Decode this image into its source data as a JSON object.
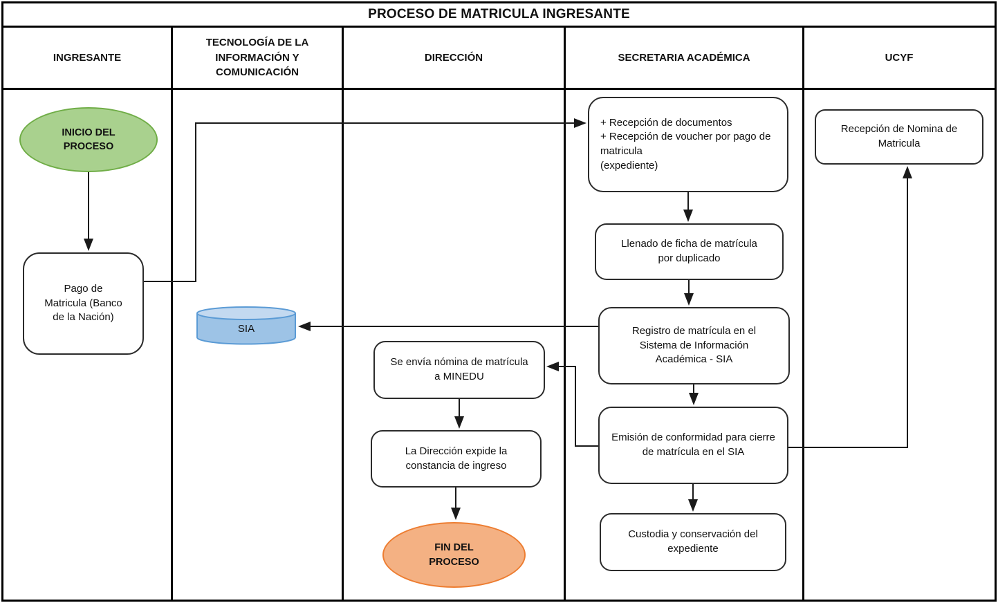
{
  "title": "PROCESO DE MATRICULA INGRESANTE",
  "lanes": [
    {
      "id": "ingresante",
      "label": "INGRESANTE"
    },
    {
      "id": "tic",
      "label": "TECNOLOGÍA DE LA INFORMACIÓN Y COMUNICACIÓN"
    },
    {
      "id": "direccion",
      "label": "DIRECCIÓN"
    },
    {
      "id": "secretaria-academica",
      "label": "SECRETARIA ACADÉMICA"
    },
    {
      "id": "ucyf",
      "label": "UCYF"
    }
  ],
  "nodes": {
    "inicio": {
      "label": "INICIO DEL PROCESO",
      "shape": "ellipse-start",
      "lane": "ingresante",
      "fill": "#a9d18e",
      "border": "#70ad47"
    },
    "pago": {
      "label": "Pago de Matricula (Banco de la Nación)",
      "shape": "rounded-rect",
      "lane": "ingresante"
    },
    "sia": {
      "label": "SIA",
      "shape": "cylinder-database",
      "lane": "tic",
      "fill": "#9dc3e6",
      "fill_top": "#c3d9f0",
      "border": "#5b9bd5"
    },
    "se_envia": {
      "label": "Se envía nómina de matrícula a MINEDU",
      "shape": "rounded-rect",
      "lane": "direccion"
    },
    "direccion_expide": {
      "label": "La Dirección expide la constancia de ingreso",
      "shape": "rounded-rect",
      "lane": "direccion"
    },
    "fin": {
      "label": "FIN DEL PROCESO",
      "shape": "ellipse-end",
      "lane": "direccion",
      "fill": "#f4b183",
      "border": "#ed7d31"
    },
    "recepcion_documentos": {
      "label": "+ Recepción de documentos\n+ Recepción de voucher por pago de matricula\n(expediente)",
      "shape": "rounded-rect",
      "lane": "secretaria-academica"
    },
    "llenado_ficha": {
      "label": "Llenado de ficha de matrícula por duplicado",
      "shape": "rounded-rect",
      "lane": "secretaria-academica"
    },
    "registro_matricula": {
      "label": "Registro de matrícula en el Sistema de Información Académica - SIA",
      "shape": "rounded-rect",
      "lane": "secretaria-academica"
    },
    "emision_conformidad": {
      "label": "Emisión de conformidad para cierre de matrícula en el SIA",
      "shape": "rounded-rect",
      "lane": "secretaria-academica"
    },
    "custodia": {
      "label": "Custodia y conservación del expediente",
      "shape": "rounded-rect",
      "lane": "secretaria-academica"
    },
    "recepcion_nomina": {
      "label": "Recepción de Nomina de Matricula",
      "shape": "rounded-rect",
      "lane": "ucyf"
    }
  },
  "edges": [
    {
      "from": "inicio",
      "to": "pago"
    },
    {
      "from": "pago",
      "to": "recepcion_documentos"
    },
    {
      "from": "recepcion_documentos",
      "to": "llenado_ficha"
    },
    {
      "from": "llenado_ficha",
      "to": "registro_matricula"
    },
    {
      "from": "registro_matricula",
      "to": "sia"
    },
    {
      "from": "registro_matricula",
      "to": "emision_conformidad"
    },
    {
      "from": "emision_conformidad",
      "to": "se_envia"
    },
    {
      "from": "emision_conformidad",
      "to": "recepcion_nomina"
    },
    {
      "from": "emision_conformidad",
      "to": "custodia"
    },
    {
      "from": "se_envia",
      "to": "direccion_expide"
    },
    {
      "from": "direccion_expide",
      "to": "fin"
    }
  ],
  "line_color": "#1a1a1a"
}
